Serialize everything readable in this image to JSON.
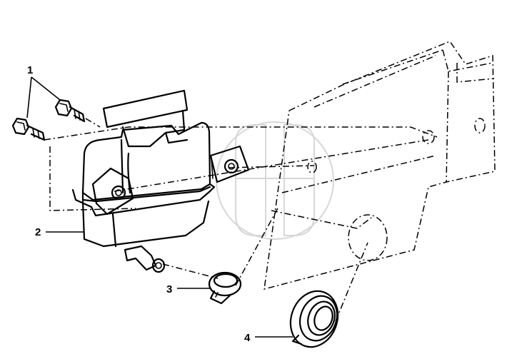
{
  "diagram": {
    "callouts": [
      {
        "id": "1"
      },
      {
        "id": "2"
      },
      {
        "id": "3"
      },
      {
        "id": "4"
      }
    ]
  }
}
